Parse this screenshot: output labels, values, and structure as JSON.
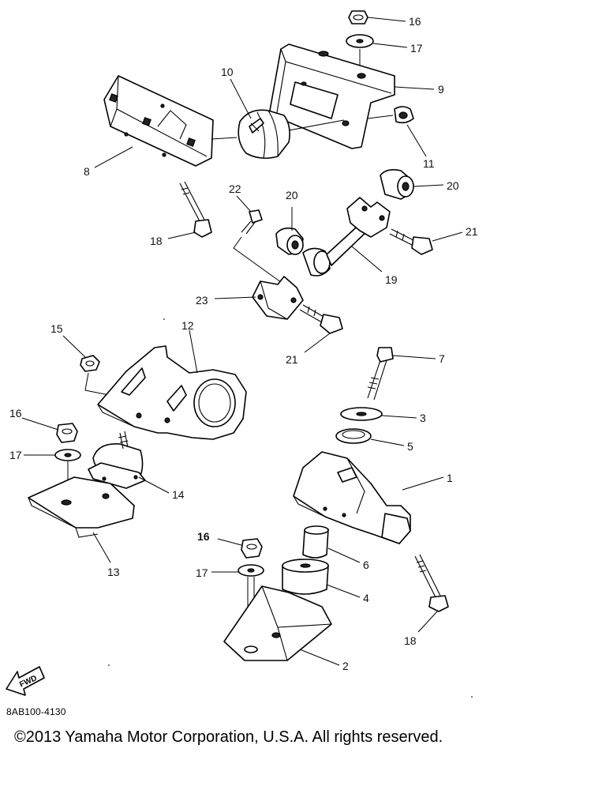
{
  "part_numbers": {
    "p1": "1",
    "p2": "2",
    "p3": "3",
    "p4": "4",
    "p5": "5",
    "p6": "6",
    "p7": "7",
    "p8": "8",
    "p9": "9",
    "p10": "10",
    "p11": "11",
    "p12": "12",
    "p13": "13",
    "p14": "14",
    "p15": "15",
    "p16a": "16",
    "p16b": "16",
    "p16c": "16",
    "p17a": "17",
    "p17b": "17",
    "p17c": "17",
    "p18a": "18",
    "p18b": "18",
    "p19": "19",
    "p20a": "20",
    "p20b": "20",
    "p21a": "21",
    "p21b": "21",
    "p22": "22",
    "p23": "23"
  },
  "fwd_badge": "FWD",
  "diagram_code": "8AB100-4130",
  "copyright": "©2013 Yamaha Motor Corporation, U.S.A. All rights reserved."
}
